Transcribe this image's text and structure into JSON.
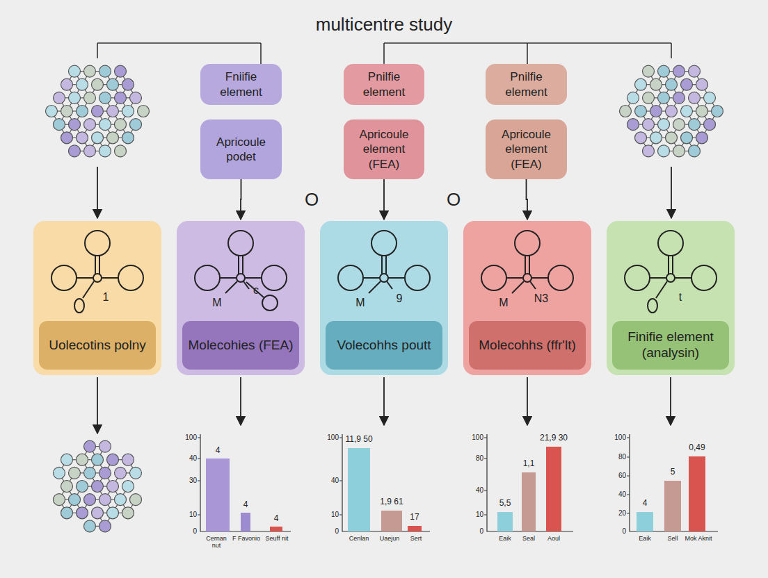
{
  "diagram": {
    "title": "multicentre study",
    "nodes": [
      {
        "text": [
          "Fniifie element"
        ]
      },
      {
        "text": [
          "Apricoule podet"
        ]
      },
      {
        "text": [
          "Pnilfie element"
        ]
      },
      {
        "text": [
          "Apricoule element (FEA)"
        ]
      },
      {
        "text": [
          "Pnilfie element"
        ]
      },
      {
        "text": [
          "Apricoule element (FEA)"
        ]
      },
      {
        "text": [
          "1",
          "Uolecotins polny"
        ]
      },
      {
        "text": [
          "M",
          "c",
          "Molecohies (FEA)"
        ]
      },
      {
        "text": [
          "M",
          "9",
          "Volecohhs poutt"
        ]
      },
      {
        "text": [
          "M",
          "N3",
          "Molecohhs (ffr'lt)"
        ]
      },
      {
        "text": [
          "t",
          "Finifie element (analysin)"
        ]
      }
    ],
    "edges": [
      {
        "from": 1,
        "to": 7,
        "arrow": "to"
      },
      {
        "from": 3,
        "to": 8,
        "arrow": "to"
      },
      {
        "from": 5,
        "to": 9,
        "arrow": "to"
      }
    ],
    "labels": [
      "O",
      "O",
      "100",
      "40",
      "30",
      "10",
      "0",
      "4",
      "4",
      "4",
      "Cernan nut",
      "F Favonio",
      "Seuff nit",
      "100",
      "40",
      "10",
      "0",
      "11,9 50",
      "1,9 61",
      "17",
      "Cenlan",
      "Uaejun",
      "Sert",
      "100",
      "80",
      "40",
      "10",
      "0",
      "5,5",
      "1,1",
      "21,9 30",
      "Eaik",
      "Seal",
      "Aoul",
      "100",
      "80",
      "60",
      "40",
      "20",
      "0",
      "4",
      "5",
      "0,49",
      "Eaik",
      "Sell",
      "Mok Aknit"
    ]
  }
}
